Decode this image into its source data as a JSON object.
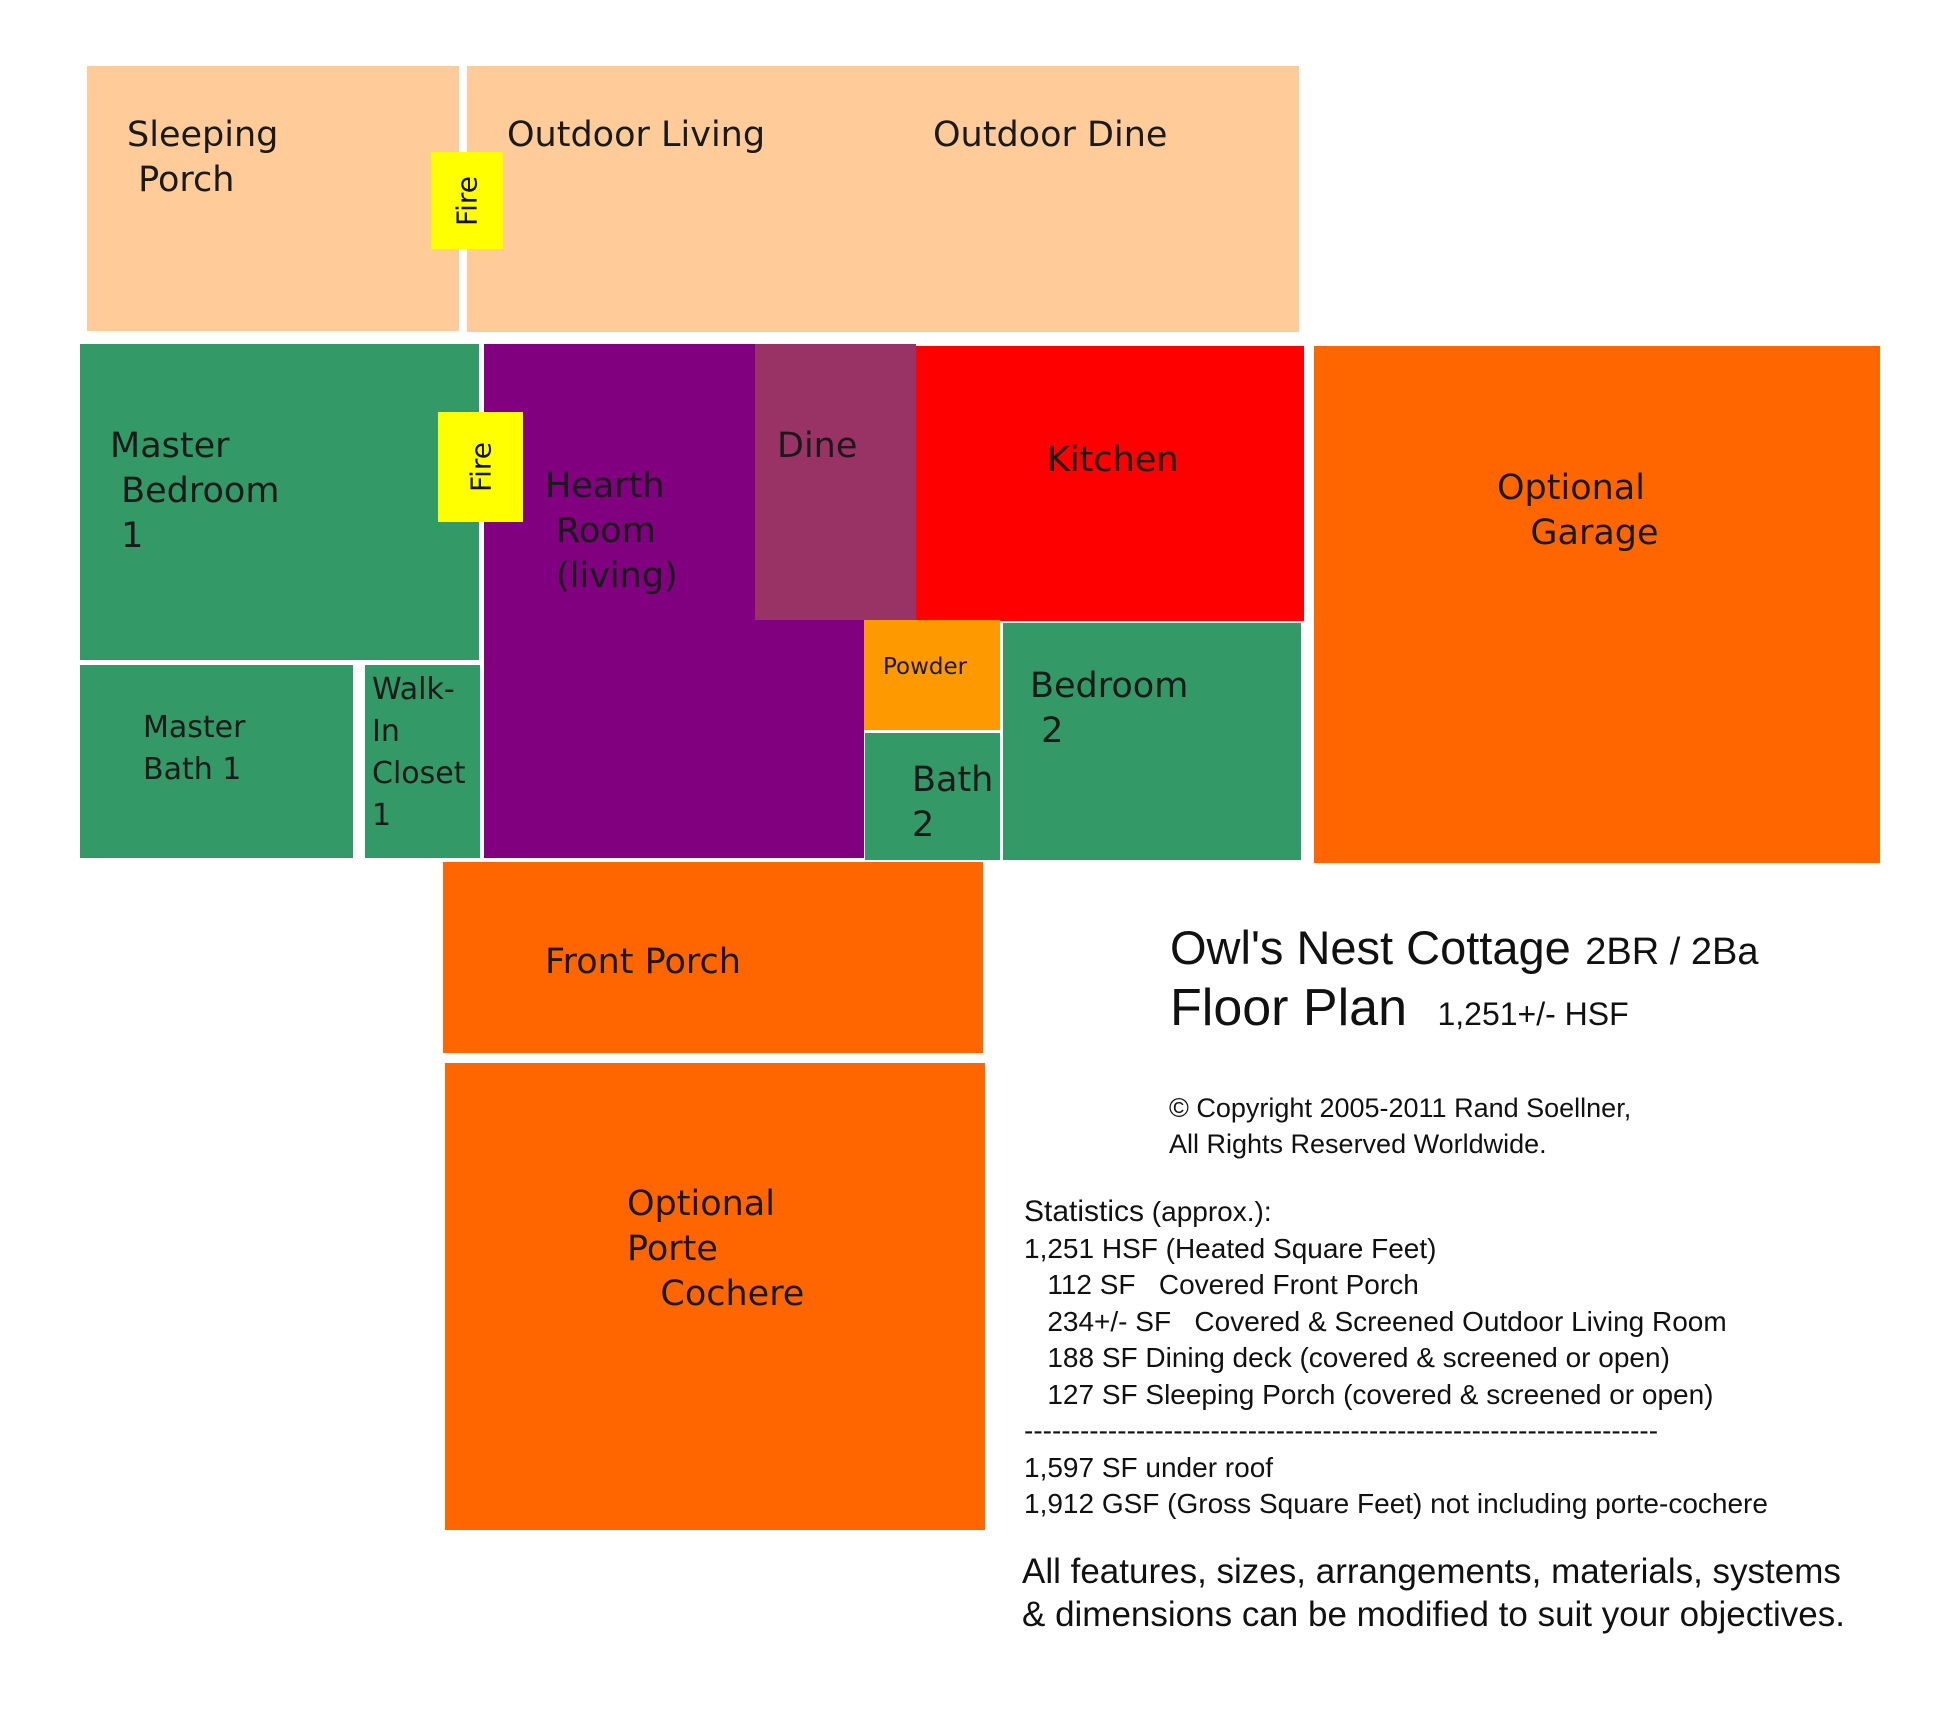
{
  "colors": {
    "outdoor": "#ffcc99",
    "bedroom": "#339966",
    "hearth": "#800080",
    "dine": "#993366",
    "kitchen": "#ff0000",
    "optional": "#ff6600",
    "powder": "#ff9900",
    "fire": "#ffff00"
  },
  "rooms": {
    "sleeping_porch": [
      "Sleeping",
      " Porch"
    ],
    "outdoor_living": [
      "Outdoor Living"
    ],
    "outdoor_dine": [
      "Outdoor Dine"
    ],
    "master_bedroom": [
      "Master",
      " Bedroom",
      " 1"
    ],
    "hearth_room": [
      "Hearth",
      " Room",
      " (living)"
    ],
    "dine": [
      "Dine"
    ],
    "kitchen": [
      "Kitchen"
    ],
    "optional_garage": [
      "Optional",
      "   Garage"
    ],
    "master_bath": [
      "Master",
      "Bath 1"
    ],
    "walk_in_closet": [
      "Walk-",
      "In",
      "Closet",
      "1"
    ],
    "powder": [
      "Powder"
    ],
    "bedroom_2": [
      "Bedroom",
      " 2"
    ],
    "bath_2": [
      "Bath",
      "2"
    ],
    "front_porch": [
      "Front Porch"
    ],
    "porte_cochere": [
      "Optional",
      "Porte",
      "   Cochere"
    ]
  },
  "fireplaces": {
    "outdoor": "Fire",
    "master": "Fire"
  },
  "title": {
    "name": "Owl's Nest Cottage",
    "config": "2BR / 2Ba",
    "plan": "Floor Plan",
    "hsf": "1,251+/- HSF"
  },
  "copyright": [
    "© Copyright 2005-2011 Rand Soellner,",
    "All Rights Reserved Worldwide."
  ],
  "statistics": {
    "heading": "Statistics",
    "heading_note": " (approx.):",
    "lines": [
      "1,251 HSF (Heated Square Feet)",
      "   112 SF   Covered Front Porch",
      "   234+/- SF   Covered & Screened Outdoor Living Room",
      "   188 SF Dining deck (covered & screened or open)",
      "   127 SF Sleeping Porch (covered & screened or open)"
    ],
    "divider": "--------------------------------------------------------------------",
    "totals": [
      "1,597 SF under roof",
      "1,912 GSF (Gross Square Feet) not including porte-cochere"
    ]
  },
  "note": [
    "All features, sizes, arrangements, materials, systems",
    "& dimensions can be modified to suit your objectives."
  ]
}
